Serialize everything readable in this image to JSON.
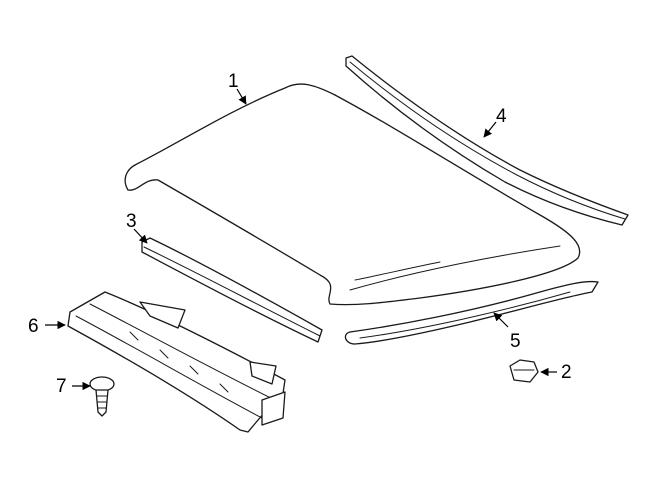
{
  "callouts": [
    {
      "id": "part-1",
      "label": "1"
    },
    {
      "id": "part-2",
      "label": "2"
    },
    {
      "id": "part-3",
      "label": "3"
    },
    {
      "id": "part-4",
      "label": "4"
    },
    {
      "id": "part-5",
      "label": "5"
    },
    {
      "id": "part-6",
      "label": "6"
    },
    {
      "id": "part-7",
      "label": "7"
    }
  ]
}
